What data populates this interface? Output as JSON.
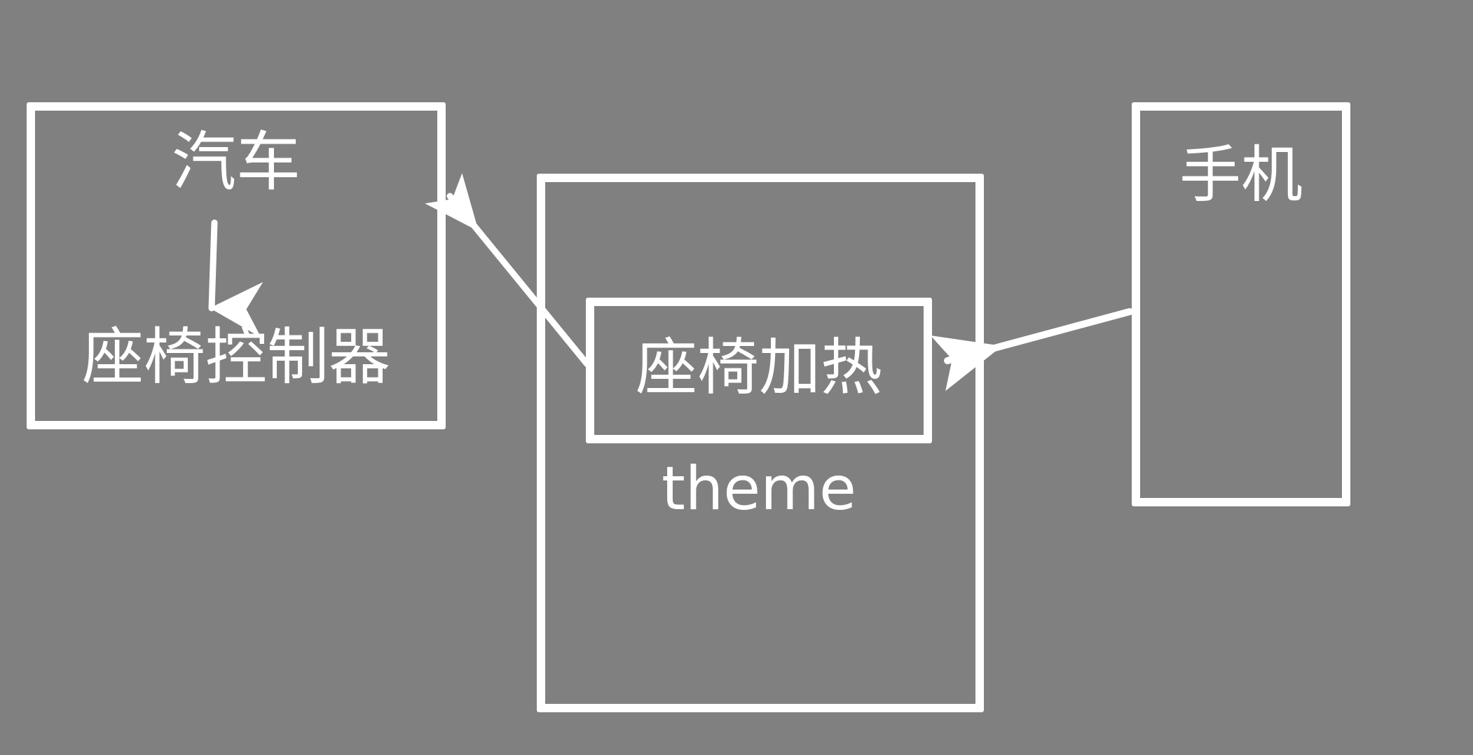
{
  "diagram": {
    "title": "seat-heating-theme-diagram",
    "background_color": "#808080",
    "stroke_color": "#ffffff",
    "nodes": {
      "car": {
        "label": "汽车",
        "sublabel": "座椅控制器"
      },
      "theme_container": {
        "label": "theme",
        "inner_label": "座椅加热"
      },
      "phone": {
        "label": "手机"
      }
    },
    "edges": [
      {
        "name": "car-to-seat-controller",
        "from": "汽车",
        "to": "座椅控制器",
        "direction": "down",
        "arrowhead": true
      },
      {
        "name": "seat-heating-to-car",
        "from": "座椅加热",
        "to": "汽车",
        "direction": "up-left",
        "arrowhead": true
      },
      {
        "name": "phone-to-seat-heating",
        "from": "手机",
        "to": "座椅加热",
        "direction": "left",
        "arrowhead": true
      }
    ]
  }
}
